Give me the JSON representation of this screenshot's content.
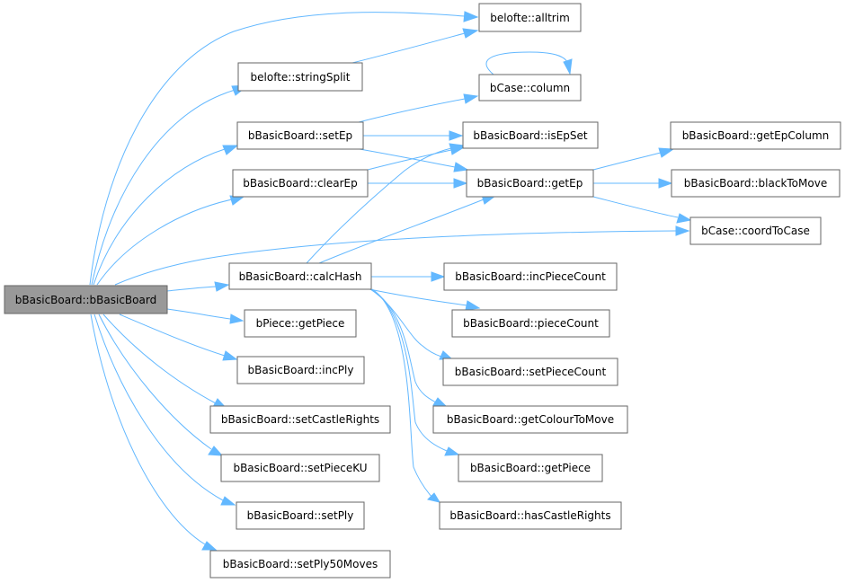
{
  "graph": {
    "root": "bBasicBoard::bBasicBoard",
    "colors": {
      "edge": "#63b8ff",
      "root_fill": "#999999",
      "node_border": "#666666",
      "node_fill": "#ffffff"
    },
    "nodes": [
      {
        "id": "root",
        "label": "bBasicBoard::bBasicBoard"
      },
      {
        "id": "alltrim",
        "label": "belofte::alltrim"
      },
      {
        "id": "stringSplit",
        "label": "belofte::stringSplit"
      },
      {
        "id": "column",
        "label": "bCase::column"
      },
      {
        "id": "setEp",
        "label": "bBasicBoard::setEp"
      },
      {
        "id": "isEpSet",
        "label": "bBasicBoard::isEpSet"
      },
      {
        "id": "getEpColumn",
        "label": "bBasicBoard::getEpColumn"
      },
      {
        "id": "clearEp",
        "label": "bBasicBoard::clearEp"
      },
      {
        "id": "getEp",
        "label": "bBasicBoard::getEp"
      },
      {
        "id": "blackToMove",
        "label": "bBasicBoard::blackToMove"
      },
      {
        "id": "coordToCase",
        "label": "bCase::coordToCase"
      },
      {
        "id": "calcHash",
        "label": "bBasicBoard::calcHash"
      },
      {
        "id": "incPieceCount",
        "label": "bBasicBoard::incPieceCount"
      },
      {
        "id": "bPieceGetPiece",
        "label": "bPiece::getPiece"
      },
      {
        "id": "pieceCount",
        "label": "bBasicBoard::pieceCount"
      },
      {
        "id": "incPly",
        "label": "bBasicBoard::incPly"
      },
      {
        "id": "setPieceCount",
        "label": "bBasicBoard::setPieceCount"
      },
      {
        "id": "setCastleRights",
        "label": "bBasicBoard::setCastleRights"
      },
      {
        "id": "getColourToMove",
        "label": "bBasicBoard::getColourToMove"
      },
      {
        "id": "setPieceKU",
        "label": "bBasicBoard::setPieceKU"
      },
      {
        "id": "getPiece",
        "label": "bBasicBoard::getPiece"
      },
      {
        "id": "setPly",
        "label": "bBasicBoard::setPly"
      },
      {
        "id": "hasCastleRights",
        "label": "bBasicBoard::hasCastleRights"
      },
      {
        "id": "setPly50Moves",
        "label": "bBasicBoard::setPly50Moves"
      }
    ],
    "edges": [
      [
        "root",
        "alltrim"
      ],
      [
        "root",
        "stringSplit"
      ],
      [
        "root",
        "setEp"
      ],
      [
        "root",
        "clearEp"
      ],
      [
        "root",
        "coordToCase"
      ],
      [
        "root",
        "calcHash"
      ],
      [
        "root",
        "bPieceGetPiece"
      ],
      [
        "root",
        "incPly"
      ],
      [
        "root",
        "setCastleRights"
      ],
      [
        "root",
        "setPieceKU"
      ],
      [
        "root",
        "setPly"
      ],
      [
        "root",
        "setPly50Moves"
      ],
      [
        "stringSplit",
        "alltrim"
      ],
      [
        "setEp",
        "column"
      ],
      [
        "setEp",
        "isEpSet"
      ],
      [
        "setEp",
        "getEp"
      ],
      [
        "column",
        "column"
      ],
      [
        "clearEp",
        "isEpSet"
      ],
      [
        "clearEp",
        "getEp"
      ],
      [
        "getEp",
        "getEpColumn"
      ],
      [
        "getEp",
        "blackToMove"
      ],
      [
        "getEp",
        "coordToCase"
      ],
      [
        "calcHash",
        "isEpSet"
      ],
      [
        "calcHash",
        "getEp"
      ],
      [
        "calcHash",
        "incPieceCount"
      ],
      [
        "calcHash",
        "pieceCount"
      ],
      [
        "calcHash",
        "setPieceCount"
      ],
      [
        "calcHash",
        "getColourToMove"
      ],
      [
        "calcHash",
        "getPiece"
      ],
      [
        "calcHash",
        "hasCastleRights"
      ]
    ]
  }
}
